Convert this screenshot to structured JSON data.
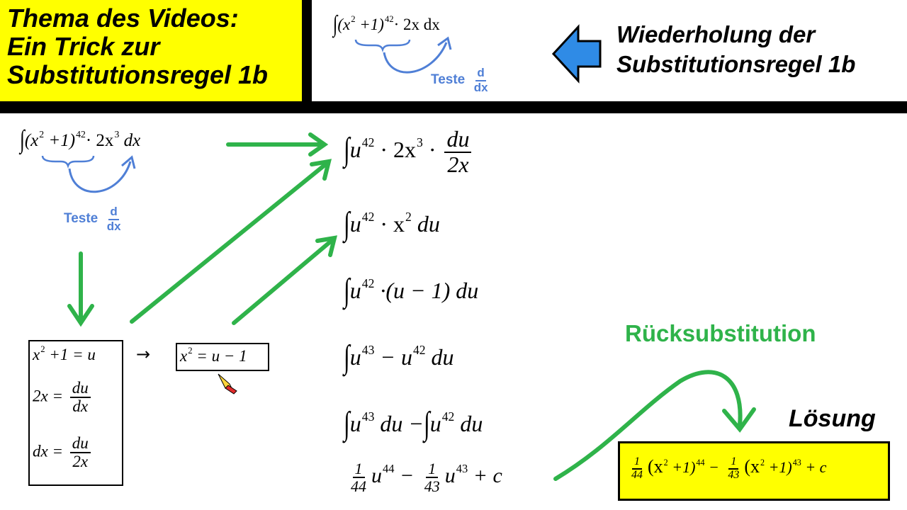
{
  "title": {
    "line1": "Thema des Videos:",
    "line2": "Ein Trick zur",
    "line3": "Substitutionsregel 1b"
  },
  "review": {
    "line1": "Wiederholung der",
    "line2": "Substitutionsregel 1b"
  },
  "labels": {
    "teste": "Teste",
    "d": "d",
    "dx": "dx",
    "ruecksubstitution": "Rücksubstitution",
    "loesung": "Lösung",
    "arrow": "→"
  },
  "math": {
    "header_integral": {
      "base": "(x",
      "exp2": "2",
      "plus_one": " +1)",
      "exp42": "42",
      "factor": "· 2x  dx"
    },
    "main_integral": {
      "base": "(x",
      "exp2": "2",
      "plus_one": " +1)",
      "exp42": "42",
      "factor": "· 2x",
      "exp3": "3",
      "dx": " dx"
    },
    "step1": {
      "u": "u",
      "exp": "42",
      "mid": " · 2x",
      "exp3": "3",
      "dot": " ·",
      "num": "du",
      "den": "2x"
    },
    "step2": {
      "u": "u",
      "exp": "42",
      "mid": " · x",
      "exp2": "2",
      "tail": "  du"
    },
    "step3": {
      "u": "u",
      "exp": "42",
      "mid": " ·(u − 1)  du"
    },
    "step4": {
      "u": "u",
      "exp43": "43",
      "minus": " − u",
      "exp42": "42",
      "tail": "  du"
    },
    "step5": {
      "u": "u",
      "exp43": "43",
      "tail": "  du −",
      "u2": "u",
      "exp42": "42",
      "tail2": "  du"
    },
    "step6": {
      "num1": "1",
      "den1": "44",
      "u1": "u",
      "exp44": "44",
      "minus": " − ",
      "num2": "1",
      "den2": "43",
      "u2": "u",
      "exp43": "43",
      "tail": " + c"
    },
    "sub_box": {
      "l1_a": "x",
      "l1_exp": "2",
      "l1_b": " +1 = u",
      "l2_a": "2x = ",
      "l2_num": "du",
      "l2_den": "dx",
      "l3_a": "dx = ",
      "l3_num": "du",
      "l3_den": "2x"
    },
    "sub_box2": {
      "a": "x",
      "exp": "2",
      "b": " = u − 1"
    },
    "solution": {
      "num1": "1",
      "den1": "44",
      "b1": "(x",
      "e1": "2",
      "p1": " +1)",
      "e44": "44",
      "minus": " − ",
      "num2": "1",
      "den2": "43",
      "b2": "(x",
      "e2": "2",
      "p2": " +1)",
      "e43": "43",
      "tail": " + c"
    }
  },
  "colors": {
    "yellow": "#ffff00",
    "green_arrow": "#2fb34a",
    "blue_arrow": "#2f8be6",
    "blue_annotation": "#4f7fd6"
  },
  "icons": [
    "left-arrow-icon",
    "pen-cursor-icon"
  ]
}
